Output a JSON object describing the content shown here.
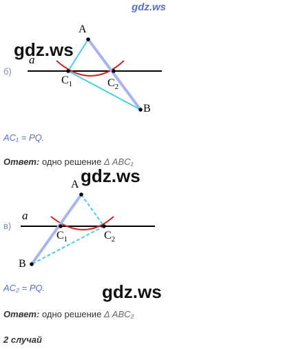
{
  "watermark_top": "gdz.ws",
  "watermark": "gdz.ws",
  "figure_b": {
    "section_label": "б)",
    "line_label": "a",
    "points": {
      "A": "A",
      "B": "B",
      "C1": "C",
      "C1_sub": "1",
      "C2": "C",
      "C2_sub": "2"
    }
  },
  "eq_b": "AC₁ = PQ.",
  "answer_b": {
    "prefix": "Ответ:",
    "text": "одно решение",
    "triangle": "Δ ABC₁"
  },
  "figure_v": {
    "section_label": "в)",
    "line_label": "a",
    "points": {
      "A": "A",
      "B": "B",
      "C1": "C",
      "C1_sub": "1",
      "C2": "C",
      "C2_sub": "2"
    }
  },
  "eq_v": "AC₂ = PQ.",
  "answer_v": {
    "prefix": "Ответ:",
    "text": "одно решение",
    "triangle": "Δ ABC₂"
  },
  "case_label": "2 случай",
  "colors": {
    "segment": "#44d0e8",
    "arc": "#d42020",
    "line": "#000000",
    "watermark_top": "#5a6fd0",
    "ab_side": "#a8b4f0"
  }
}
